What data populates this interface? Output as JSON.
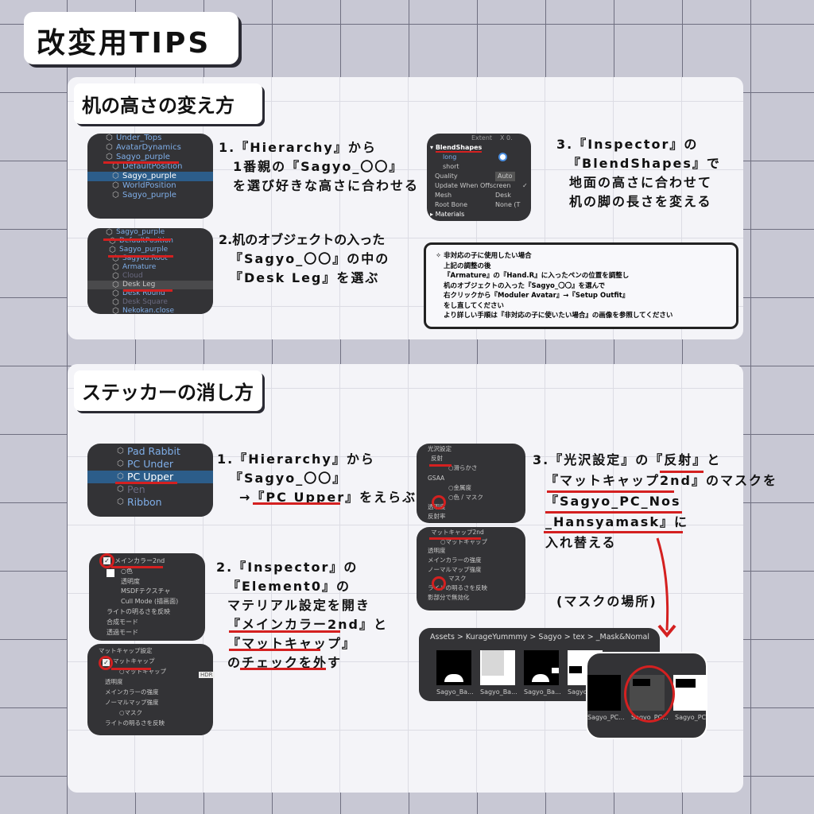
{
  "title": "改変用TIPS",
  "section1": {
    "heading": "机の高さの変え方",
    "hierarchy1": [
      "Under_Tops",
      "AvatarDynamics",
      "Sagyo_purple",
      "DefaultPosition",
      "Sagyo_purple",
      "WorldPosition",
      "Sagyo_purple"
    ],
    "step1": [
      "1.『Hierarchy』から",
      "1番親の『Sagyo_〇〇』",
      "を選び好きな高さに合わせる"
    ],
    "hierarchy2": [
      "Sagyo_purple",
      "DefaultPosition",
      "Sagyo_purple",
      "Sagyou.Root",
      "Armature",
      "Cloud",
      "Desk Leg",
      "Desk Round",
      "Desk Square",
      "Nekokan.close"
    ],
    "step2": [
      "2.机のオブジェクトの入った",
      "『Sagyo_〇〇』の中の",
      "『Desk Leg』を選ぶ"
    ],
    "inspector": {
      "extent": "Extent",
      "x": "X 0.",
      "blendshapes": "BlendShapes",
      "long": "long",
      "short": "short",
      "quality": "Quality",
      "quality_val": "Auto",
      "update": "Update When Offscreen",
      "mesh": "Mesh",
      "mesh_val": "Desk",
      "root": "Root Bone",
      "root_val": "None (T",
      "materials": "Materials"
    },
    "step3": [
      "3.『Inspector』の",
      "『BlendShapes』で",
      "地面の高さに合わせて",
      "机の脚の長さを変える"
    ],
    "note": [
      "✧ 非対応の子に使用したい場合",
      "上記の調整の後",
      "『Armature』の『Hand.R』に入ったペンの位置を調整し",
      "机のオブジェクトの入った『Sagyo_〇〇』を選んで",
      "右クリックから『Moduler Avatar』→『Setup Outfit』",
      "をし直してください",
      "より詳しい手順は『非対応の子に使いたい場合』の画像を参照してください"
    ]
  },
  "section2": {
    "heading": "ステッカーの消し方",
    "hierarchy": [
      "Pad Rabbit",
      "PC Under",
      "PC Upper",
      "Pen",
      "Ribbon"
    ],
    "step1": [
      "1.『Hierarchy』から",
      "『Sagyo_〇〇』",
      "→『PC Upper』をえらぶ"
    ],
    "material1": [
      "メインカラー2nd",
      "○色",
      "透明度",
      "MSDFテクスチャ",
      "Cull Mode (描画面)",
      "ライトの明るさを反映",
      "合成モード",
      "透過モード"
    ],
    "matcap": [
      "マットキャップ設定",
      "マットキャップ",
      "○マットキャップ",
      "透明度",
      "メインカラーの強度",
      "ノーマルマップ強度",
      "○マスク",
      "ライトの明るさを反映"
    ],
    "hdr": "HDR",
    "step2": [
      "2.『Inspector』の",
      "『Element0』の",
      "マテリアル設定を開き",
      "『メインカラー2nd』と",
      "『マットキャップ』",
      "のチェックを外す"
    ],
    "gloss": [
      "光沢設定",
      "反射",
      "○滑らかさ",
      "GSAA",
      "○金属度",
      "○色 / マスク",
      "透明度",
      "反射率"
    ],
    "matcap2nd": [
      "マットキャップ2nd",
      "○マットキャップ",
      "透明度",
      "メインカラーの強度",
      "ノーマルマップ強度",
      "マスク",
      "ライトの明るさを反映",
      "影部分で無効化"
    ],
    "step3": [
      "3.『光沢設定』の『反射』と",
      "『マットキャップ2nd』のマスクを",
      "『Sagyo_PC_Nos",
      "_Hansyamask』に",
      "入れ替える"
    ],
    "mask_location": "(マスクの場所)",
    "assets": {
      "breadcrumb": "Assets > KurageYummmy > Sagyo > tex > _Mask&Nomal",
      "thumbs": [
        "Sagyo_Ba...",
        "Sagyo_Ba...",
        "Sagyo_Ba...",
        "Sagyo"
      ],
      "zoom_thumbs": [
        "Sagyo_PC...",
        "Sagyo_PC...",
        "Sagyo_PC..."
      ]
    }
  },
  "colors": {
    "accent_red": "#d42020",
    "unity_dark": "#333336",
    "selection_blue": "#2c5d8a"
  }
}
